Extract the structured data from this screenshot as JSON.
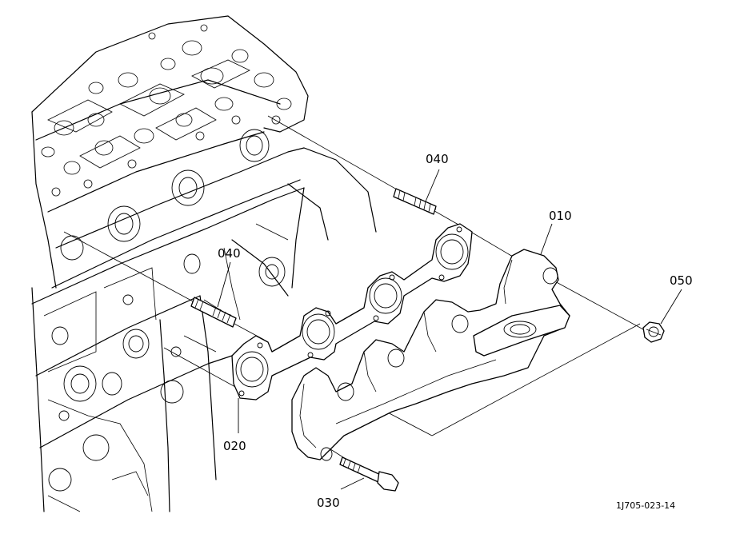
{
  "parts": [
    {
      "ref": "010"
    },
    {
      "ref": "020"
    },
    {
      "ref": "030"
    },
    {
      "ref": "040"
    },
    {
      "ref": "040"
    },
    {
      "ref": "050"
    }
  ],
  "drawing_code": "1J705-023-14"
}
